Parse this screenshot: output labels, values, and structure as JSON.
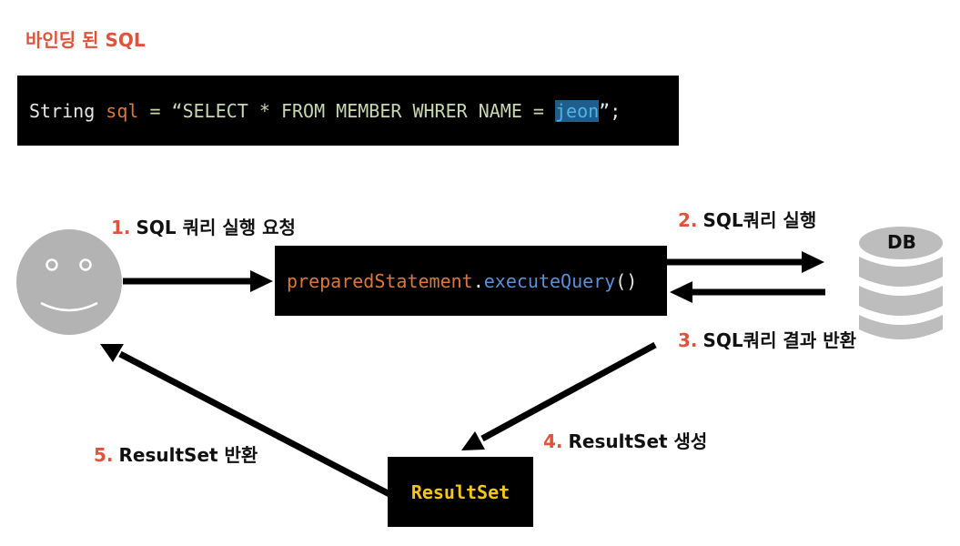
{
  "title": "바인딩 된 SQL",
  "code_line": {
    "part1": "String ",
    "var": "sql",
    "part2": " = “SELECT * FROM MEMBER WHRER NAME = ",
    "param": "jeon",
    "part3": "”;"
  },
  "steps": [
    {
      "num": "1.",
      "text": "SQL 쿼리 실행 요청"
    },
    {
      "num": "2.",
      "text": "SQL쿼리 실행"
    },
    {
      "num": "3.",
      "text": "SQL쿼리 결과 반환"
    },
    {
      "num": "4.",
      "text": "ResultSet 생성"
    },
    {
      "num": "5.",
      "text": "ResultSet 반환"
    }
  ],
  "call": {
    "object": "preparedStatement",
    "dot": ".",
    "method": "executeQuery",
    "parens": "()"
  },
  "resultset_label": "ResultSet",
  "db_label": "DB",
  "icons": [
    "smiley-user-icon",
    "database-icon"
  ],
  "colors": {
    "title": "#e0533b",
    "step_number": "#e0533b",
    "code_text": "#e6e6e6",
    "code_var": "#d97a3a",
    "code_string": "#c8d6b0",
    "code_param": "#4fb3e8",
    "code_object": "#d97a3a",
    "code_method": "#5b8fd6",
    "resultset": "#f5c518",
    "face": "#b3b3b3",
    "db": "#bdbdbd"
  }
}
